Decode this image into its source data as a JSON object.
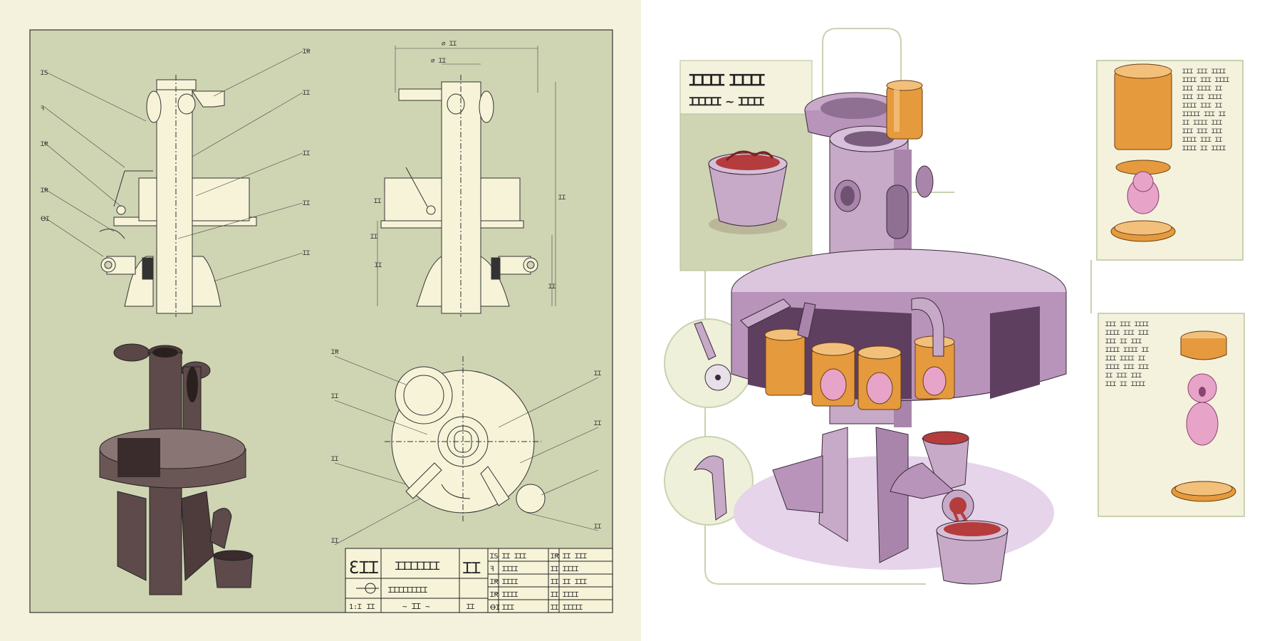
{
  "colors": {
    "page_bg": "#f4f2dd",
    "sheet_bg": "#cfd4b3",
    "drawing_fill": "#f6f3d8",
    "line": "#333333",
    "machine_lilac": "#c7a9c8",
    "copper": "#e59a3d",
    "meat_red": "#b53c3c",
    "figure_pink": "#e8a3c9",
    "connector": "#c9d2b0"
  },
  "left_sheet": {
    "callouts_front_left": [
      "ꞮS",
      "ꟻ",
      "ꞮꞦ",
      "ꞮꞦ",
      "ꝊꞮ"
    ],
    "callouts_front_right": [
      "ꞮꞦ",
      "ꞮꞮ",
      "ꞮꞮ",
      "ꞮꞮ",
      "ꞮꞮ"
    ],
    "dim_top_outer": "∅ ꞮꞮ",
    "dim_top_inner": "∅ ꞮꞮ",
    "dims_side": [
      "ꞮꞮ",
      "ꞮꞮ",
      "ꞮꞮ",
      "ꞮꞮ",
      "ꞮꞮ"
    ],
    "callouts_plan": [
      "ꞮꞦ",
      "ꞮꞮ",
      "ꞮꞮ",
      "ꞮꞮ",
      "ꞮꞮ",
      "ꞮꞮ",
      "ꞮꞮ"
    ],
    "title_block": {
      "logo": "ƐꞮꞮ",
      "title": "ꞮꞮꞮꞮꞮꞮꞮ",
      "sheet": "ꞮꞮ",
      "subtitle": "ꞮꞮꞮꞮꞮꞮꞮꞮꞮ",
      "scale_label": "1:Ɪ",
      "scale_value": "ꞮꞮ",
      "units": "~ ꞮꞮ ~",
      "page": "ꞮꞮ",
      "parts_table": [
        [
          "ꞮS",
          "ꞮꞮ ꞮꞮꞮ",
          "ꞮꞦ",
          "ꞮꞮ ꞮꞮꞮ"
        ],
        [
          "ꟻ",
          "ꞮꞮꞮꞮ",
          "ꞮꞮ",
          "ꞮꞮꞮꞮ"
        ],
        [
          "ꞮꞦ",
          "ꞮꞮꞮꞮ",
          "ꞮꞮ",
          "ꞮꞮ ꞮꞮꞮ"
        ],
        [
          "ꞮꞦ",
          "ꞮꞮꞮꞮ",
          "ꞮꞮ",
          "ꞮꞮꞮꞮ"
        ],
        [
          "ꝊꞮ",
          "ꞮꞮꞮ",
          "ꞮꞮ",
          "ꞮꞮꞮꞮꞮ"
        ]
      ]
    }
  },
  "right_sheet": {
    "title_line1": "ꞮꞮꞮꞮ ꞮꞮꞮꞮ",
    "title_line2": "ꞮꞮꞮꞮꞮ ~ ꞮꞮꞮꞮ",
    "notes_top": [
      "ꞮꞮꞮ ꞮꞮꞮ ꞮꞮꞮꞮ",
      "ꞮꞮꞮꞮ ꞮꞮꞮ ꞮꞮꞮꞮ",
      "ꞮꞮꞮ ꞮꞮꞮꞮ ꞮꞮ",
      "ꞮꞮꞮ ꞮꞮ ꞮꞮꞮꞮ",
      "ꞮꞮꞮꞮ ꞮꞮꞮ ꞮꞮ",
      "ꞮꞮꞮꞮꞮ ꞮꞮꞮ ꞮꞮ",
      "ꞮꞮ ꞮꞮꞮꞮ ꞮꞮꞮ",
      "ꞮꞮꞮ ꞮꞮꞮ ꞮꞮꞮ",
      "ꞮꞮꞮꞮ ꞮꞮꞮ ꞮꞮ",
      "ꞮꞮꞮꞮ ꞮꞮ ꞮꞮꞮꞮ"
    ],
    "notes_bottom": [
      "ꞮꞮꞮ ꞮꞮꞮ ꞮꞮꞮꞮ",
      "ꞮꞮꞮꞮ ꞮꞮꞮ ꞮꞮꞮ",
      "ꞮꞮꞮ ꞮꞮ ꞮꞮꞮ",
      "ꞮꞮꞮꞮ ꞮꞮꞮꞮ ꞮꞮ",
      "ꞮꞮꞮ ꞮꞮꞮꞮ ꞮꞮ",
      "ꞮꞮꞮꞮ ꞮꞮꞮ ꞮꞮꞮ",
      "ꞮꞮ ꞮꞮꞮ ꞮꞮꞮ",
      "ꞮꞮꞮ ꞮꞮ ꞮꞮꞮꞮ"
    ]
  },
  "icons": [
    "pizza-cutter-icon",
    "sickle-blade-icon",
    "meat-bowl-icon",
    "cup-icon",
    "figure-icon"
  ]
}
